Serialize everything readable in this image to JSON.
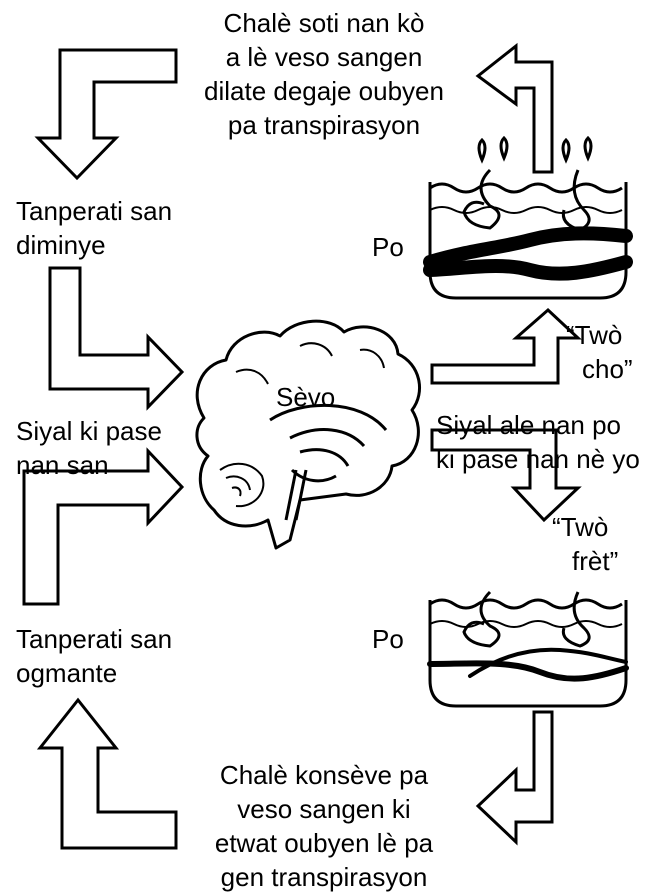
{
  "top_caption": [
    "Chalè soti nan kò",
    "a lè veso sangen",
    "dilate degaje oubyen",
    "pa transpirasyon"
  ],
  "temp_down": [
    "Tanperati san",
    "diminye"
  ],
  "skin_label_top": "Po",
  "hot_signal": [
    "“Twò",
    "cho”"
  ],
  "brain_label": "Sèvo",
  "blood_signal": [
    "Siyal ki pase",
    "nan san"
  ],
  "nerve_signal": [
    "Siyal ale nan po",
    "ki pase nan nè yo"
  ],
  "cold_signal": [
    "“Twò",
    "frèt”"
  ],
  "skin_label_bottom": "Po",
  "temp_up": [
    "Tanperati san",
    "ogmante"
  ],
  "bottom_caption": [
    "Chalè konsève pa",
    "veso sangen ki",
    "etwat oubyen lè pa",
    "gen transpirasyon"
  ]
}
